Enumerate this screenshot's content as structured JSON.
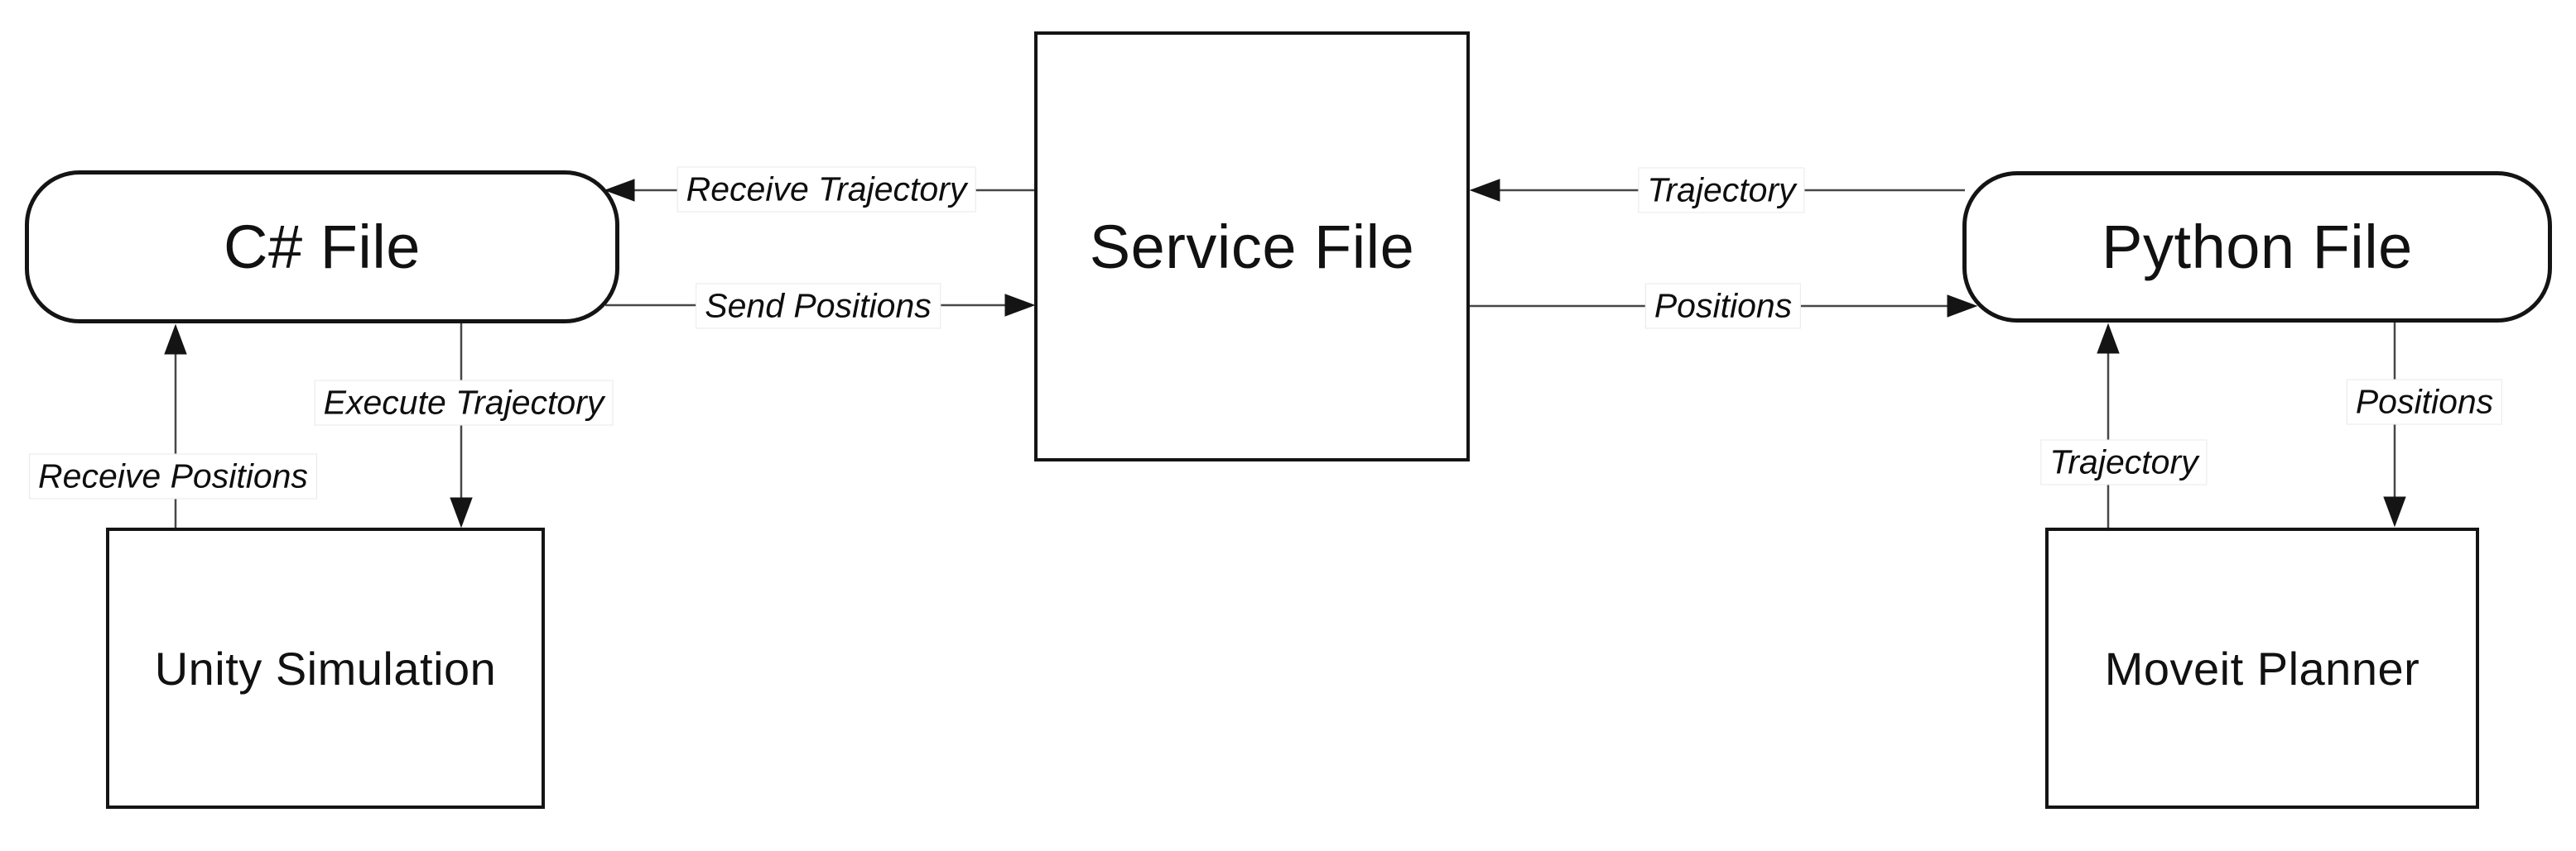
{
  "diagram": {
    "nodes": {
      "csharp": {
        "label": "C# File",
        "shape": "rounded"
      },
      "service": {
        "label": "Service File",
        "shape": "rect"
      },
      "python": {
        "label": "Python File",
        "shape": "rounded"
      },
      "unity": {
        "label": "Unity Simulation",
        "shape": "rect"
      },
      "moveit": {
        "label": "Moveit Planner",
        "shape": "rect"
      }
    },
    "edges": {
      "receive_trajectory": {
        "label": "Receive Trajectory",
        "from": "service",
        "to": "csharp",
        "direction": "left"
      },
      "send_positions": {
        "label": "Send Positions",
        "from": "csharp",
        "to": "service",
        "direction": "right"
      },
      "trajectory_in": {
        "label": "Trajectory",
        "from": "python",
        "to": "service",
        "direction": "left"
      },
      "positions_out": {
        "label": "Positions",
        "from": "service",
        "to": "python",
        "direction": "right"
      },
      "execute_trajectory": {
        "label": "Execute Trajectory",
        "from": "csharp",
        "to": "unity",
        "direction": "down"
      },
      "receive_positions": {
        "label": "Receive Positions",
        "from": "unity",
        "to": "csharp",
        "direction": "up"
      },
      "trajectory_up": {
        "label": "Trajectory",
        "from": "moveit",
        "to": "python",
        "direction": "up"
      },
      "positions_down": {
        "label": "Positions",
        "from": "python",
        "to": "moveit",
        "direction": "down"
      }
    },
    "colors": {
      "background": "#ffffff",
      "node_border": "#141414",
      "line": "#474747",
      "arrowhead": "#141414",
      "text": "#111111"
    }
  }
}
